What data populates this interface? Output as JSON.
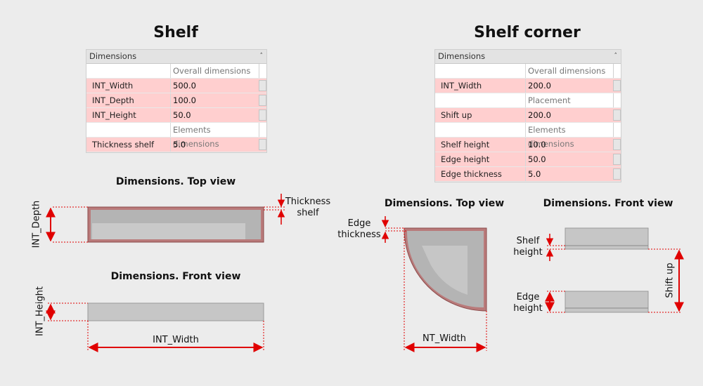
{
  "shelf": {
    "title": "Shelf",
    "panel": {
      "header": "Dimensions",
      "rows": [
        {
          "type": "section",
          "value": "Overall dimensions"
        },
        {
          "type": "param",
          "name": "INT_Width",
          "value": "500.0"
        },
        {
          "type": "param",
          "name": "INT_Depth",
          "value": "100.0"
        },
        {
          "type": "param",
          "name": "INT_Height",
          "value": "50.0"
        },
        {
          "type": "section",
          "value": "Elements dimensions"
        },
        {
          "type": "param",
          "name": "Thickness shelf",
          "value": "5.0"
        }
      ]
    },
    "top_view_title": "Dimensions. Top view",
    "front_view_title": "Dimensions. Front view",
    "labels": {
      "int_depth": "INT_Depth",
      "thickness_line1": "Thickness",
      "thickness_line2": "shelf",
      "int_height": "INT_Height",
      "int_width": "INT_Width"
    }
  },
  "corner": {
    "title": "Shelf corner",
    "panel": {
      "header": "Dimensions",
      "rows": [
        {
          "type": "section",
          "value": "Overall dimensions"
        },
        {
          "type": "param",
          "name": "INT_Width",
          "value": "200.0"
        },
        {
          "type": "section",
          "value": "Placement"
        },
        {
          "type": "param",
          "name": "Shift up",
          "value": "200.0"
        },
        {
          "type": "section",
          "value": "Elements dimensions"
        },
        {
          "type": "param",
          "name": "Shelf height",
          "value": "10.0"
        },
        {
          "type": "param",
          "name": "Edge height",
          "value": "50.0"
        },
        {
          "type": "param",
          "name": "Edge thickness",
          "value": "5.0"
        }
      ]
    },
    "top_view_title": "Dimensions. Top view",
    "front_view_title": "Dimensions. Front view",
    "labels": {
      "edge_line1": "Edge",
      "edge_line2": "thickness",
      "nt_width": "NT_Width",
      "shelf_h_line1": "Shelf",
      "shelf_h_line2": "height",
      "edge_h_line1": "Edge",
      "edge_h_line2": "height",
      "shift_up": "Shift up"
    }
  },
  "colors": {
    "accent": "#e00000",
    "panel_param": "#ffcfcf",
    "shape_fill": "#c8c8c8",
    "shape_border": "#b06060"
  }
}
